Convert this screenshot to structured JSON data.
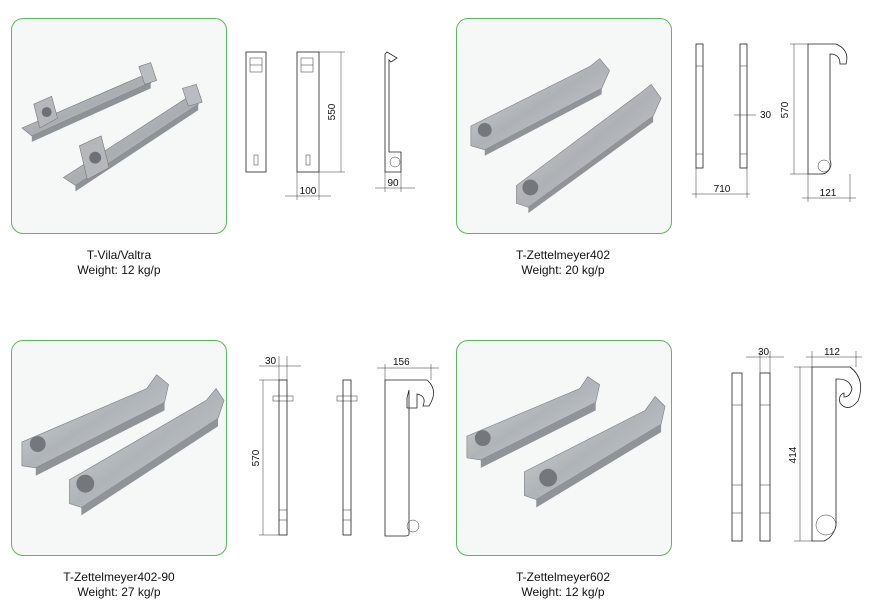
{
  "products": [
    {
      "name": "T-Vila/Valtra",
      "weight": "Weight: 12 kg/p",
      "dims": [
        "550",
        "100",
        "90"
      ]
    },
    {
      "name": "T-Zettelmeyer402",
      "weight": "Weight: 20 kg/p",
      "dims": [
        "30",
        "570",
        "710",
        "121"
      ]
    },
    {
      "name": "T-Zettelmeyer402-90",
      "weight": "Weight: 27 kg/p",
      "dims": [
        "30",
        "156",
        "570"
      ]
    },
    {
      "name": "T-Zettelmeyer602",
      "weight": "Weight: 12 kg/p",
      "dims": [
        "30",
        "112",
        "414"
      ]
    }
  ]
}
